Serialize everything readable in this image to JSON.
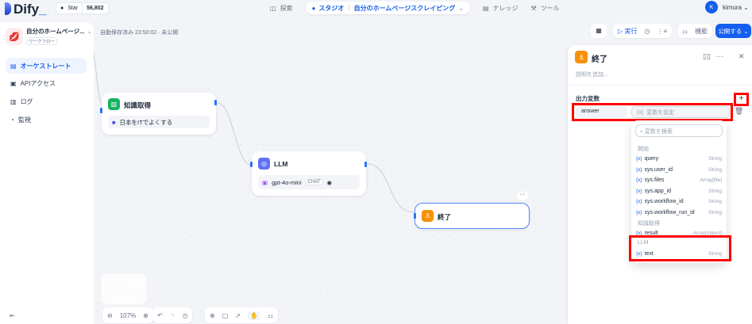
{
  "header": {
    "logo": "Dify",
    "github_star_label": "Star",
    "github_star_count": "56,802",
    "nav": [
      {
        "label": "探索"
      },
      {
        "label": "スタジオ",
        "current_app": "自分のホームページスクレイピング"
      },
      {
        "label": "ナレッジ"
      },
      {
        "label": "ツール"
      }
    ],
    "user": {
      "initial": "K",
      "name": "kimura"
    }
  },
  "sidebar": {
    "app_name": "自分のホームページ...",
    "app_type": "ワークフロー",
    "items": [
      {
        "label": "オーケストレート",
        "active": true
      },
      {
        "label": "APIアクセス"
      },
      {
        "label": "ログ"
      },
      {
        "label": "監視"
      }
    ]
  },
  "canvas": {
    "autosave": "自動保存済み 23:50:02 · 未公開",
    "toolbar": {
      "run": "実行",
      "features": "機能",
      "publish": "公開する"
    },
    "nodes": [
      {
        "title": "知識取得",
        "sub": "日本をITでよくする",
        "color": "#16b364"
      },
      {
        "title": "LLM",
        "model": "gpt-4o-mini",
        "badge": "CHAT",
        "color": "#6172f3"
      },
      {
        "title": "終了",
        "color": "#f79009"
      }
    ],
    "zoom": "107%"
  },
  "panel": {
    "title": "終了",
    "description_placeholder": "説明を追加...",
    "section": "出力変数",
    "variable_name": "answer",
    "variable_placeholder": "変数を設定",
    "var_prefix": "{x}",
    "search_placeholder": "変数を検索",
    "groups": [
      {
        "name": "開始",
        "vars": [
          {
            "name": "query",
            "type": "String"
          },
          {
            "name": "sys.user_id",
            "type": "String"
          },
          {
            "name": "sys.files",
            "type": "Array[file]"
          },
          {
            "name": "sys.app_id",
            "type": "String"
          },
          {
            "name": "sys.workflow_id",
            "type": "String"
          },
          {
            "name": "sys.workflow_run_id",
            "type": "String"
          }
        ]
      },
      {
        "name": "知識取得",
        "vars": [
          {
            "name": "result",
            "type": "Array[object]"
          }
        ]
      },
      {
        "name": "LLM",
        "vars": [
          {
            "name": "text",
            "type": "String"
          }
        ]
      }
    ]
  },
  "colors": {
    "accent": "#155eef",
    "highlight": "#ff0000"
  }
}
